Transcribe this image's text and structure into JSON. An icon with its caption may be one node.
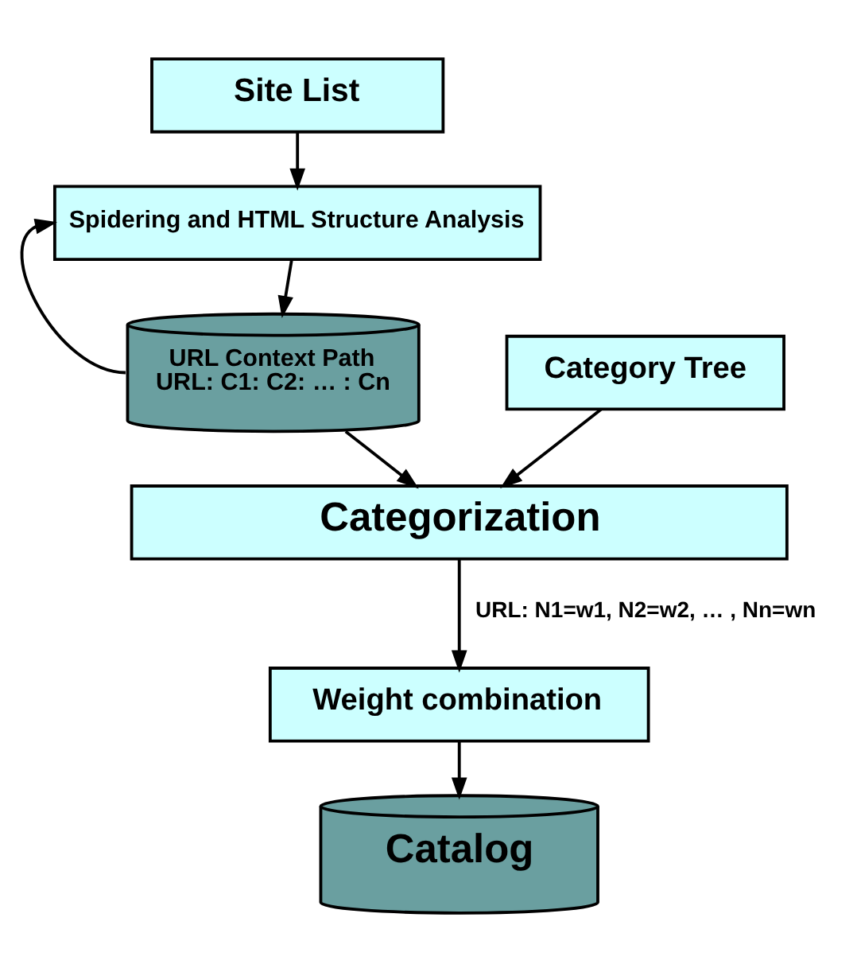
{
  "diagram": {
    "nodes": [
      {
        "text": [
          "Site List"
        ]
      },
      {
        "text": [
          "Spidering and HTML Structure Analysis"
        ]
      },
      {
        "text": [
          "URL Context Path",
          "URL: C1: C2: … : Cn"
        ]
      },
      {
        "text": [
          "Category Tree"
        ]
      },
      {
        "text": [
          "Categorization"
        ]
      },
      {
        "text": [
          "Weight combination"
        ]
      },
      {
        "text": [
          "Catalog"
        ]
      }
    ],
    "edges": [
      {
        "from": 0,
        "to": 1,
        "arrow": "to"
      },
      {
        "from": 1,
        "to": 2,
        "arrow": "to"
      },
      {
        "from": 2,
        "to": 1,
        "arrow": "to"
      },
      {
        "from": 2,
        "to": 4,
        "arrow": "to"
      },
      {
        "from": 3,
        "to": 4,
        "arrow": "to"
      },
      {
        "from": 4,
        "to": 5,
        "arrow": "to",
        "label": "URL: N1=w1, N2=w2, … , Nn=wn"
      },
      {
        "from": 5,
        "to": 6,
        "arrow": "to"
      }
    ]
  }
}
